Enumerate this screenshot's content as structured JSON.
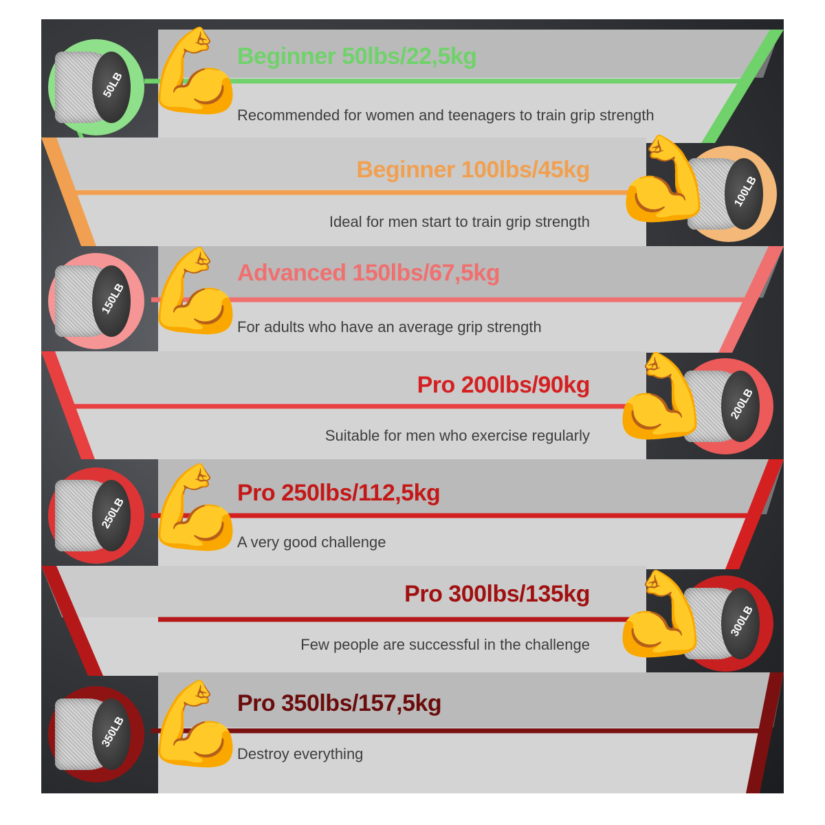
{
  "tiers": [
    {
      "title": "Beginner 50lbs/22,5kg",
      "desc": "Recommended for women and teenagers to train grip strength",
      "weight_label": "50LB",
      "color": "#6fd26a",
      "side": "left"
    },
    {
      "title": "Beginner 100lbs/45kg",
      "desc": "Ideal for men start to train grip strength",
      "weight_label": "100LB",
      "color": "#f0a050",
      "side": "right"
    },
    {
      "title": "Advanced 150lbs/67,5kg",
      "desc": "For adults who have an average grip strength",
      "weight_label": "150LB",
      "color": "#f07070",
      "side": "left"
    },
    {
      "title": "Pro 200lbs/90kg",
      "desc": "Suitable for men who exercise regularly",
      "weight_label": "200LB",
      "color": "#e84040",
      "side": "right"
    },
    {
      "title": "Pro 250lbs/112,5kg",
      "desc": "A very good challenge",
      "weight_label": "250LB",
      "color": "#d42020",
      "side": "left"
    },
    {
      "title": "Pro 300lbs/135kg",
      "desc": "Few people are successful in the challenge",
      "weight_label": "300LB",
      "color": "#b51818",
      "side": "right"
    },
    {
      "title": "Pro 350lbs/157,5kg",
      "desc": "Destroy everything",
      "weight_label": "350LB",
      "color": "#7a1010",
      "side": "left"
    }
  ],
  "icons": {
    "arm": "flexed-biceps-icon",
    "weight": "grip-cylinder-icon"
  }
}
